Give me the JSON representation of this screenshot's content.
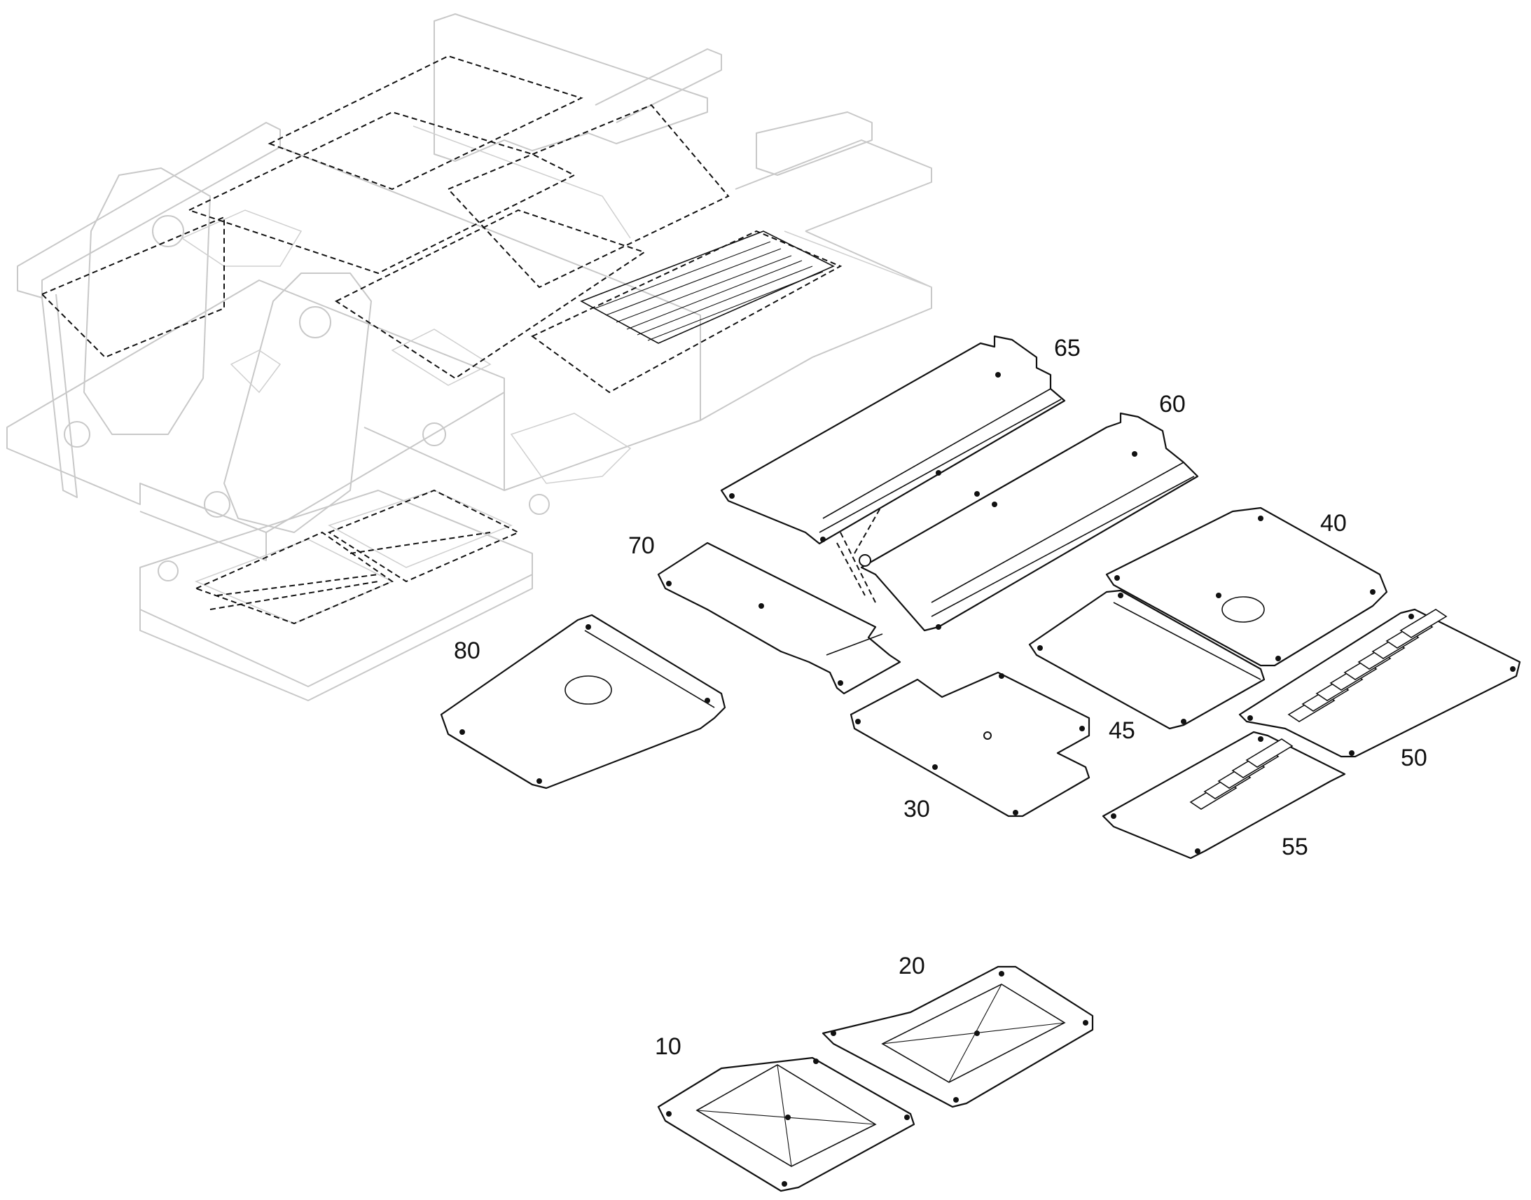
{
  "part_labels": {
    "p10": "10",
    "p20": "20",
    "p30": "30",
    "p40": "40",
    "p45": "45",
    "p50": "50",
    "p55": "55",
    "p60": "60",
    "p65": "65",
    "p70": "70",
    "p80": "80"
  },
  "colors": {
    "frame_outline": "#c8c8c8",
    "part_outline": "#111111",
    "background": "#ffffff"
  }
}
